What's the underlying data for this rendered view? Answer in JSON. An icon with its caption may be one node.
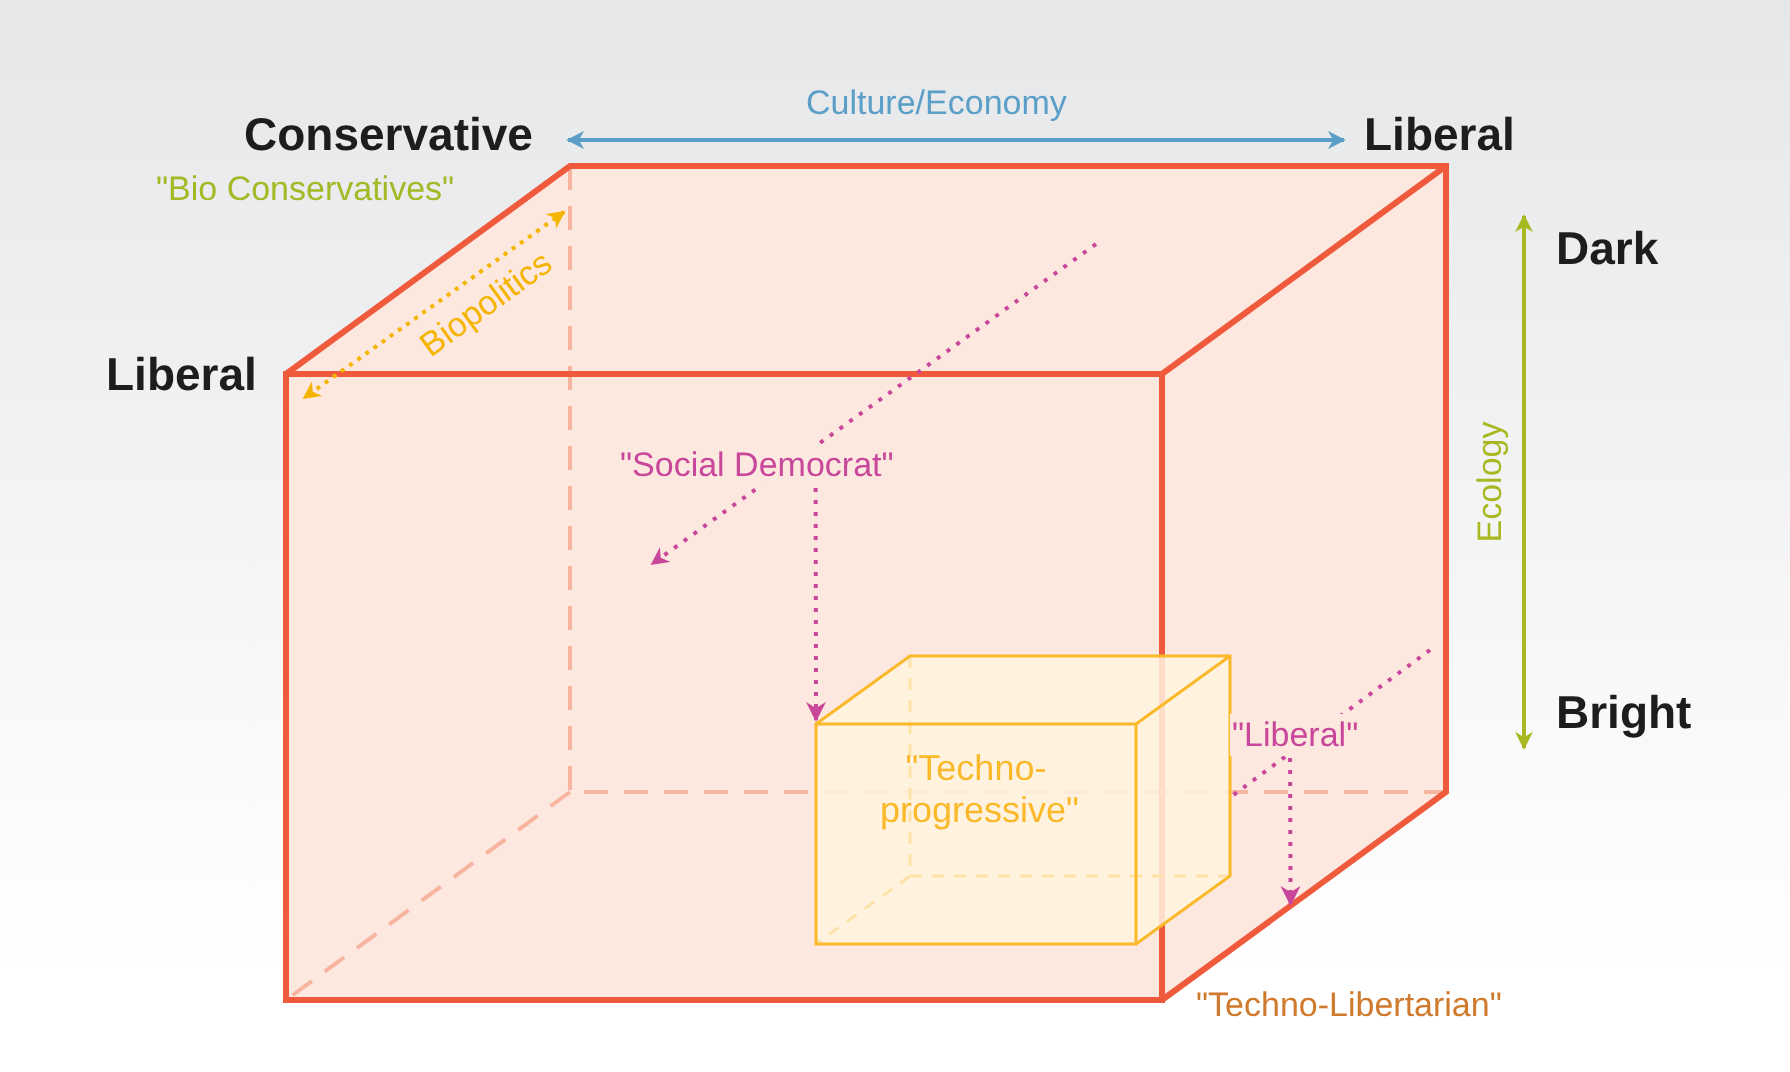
{
  "diagram": {
    "nodes": [
      {
        "text": [],
        "shape": "box"
      },
      {
        "text": [
          "\"Techno-progressive\""
        ],
        "in": 0
      },
      {
        "text": [
          "\"Social Democrat\""
        ],
        "in": 0
      },
      {
        "text": [
          "\"Liberal\""
        ],
        "in": 0
      }
    ],
    "edges": [
      {
        "from": 2,
        "to": 1,
        "arrow": "to",
        "style": "dashed"
      },
      {
        "from": 3,
        "to": 0,
        "arrow": "to",
        "style": "dashed"
      }
    ],
    "labels": [
      "Culture/Economy",
      "Conservative",
      "Liberal",
      "\"Bio Conservatives\"",
      "Dark",
      "Biopolitics",
      "Liberal",
      "Ecology",
      "Bright",
      "\"Techno-Libertarian\""
    ]
  }
}
